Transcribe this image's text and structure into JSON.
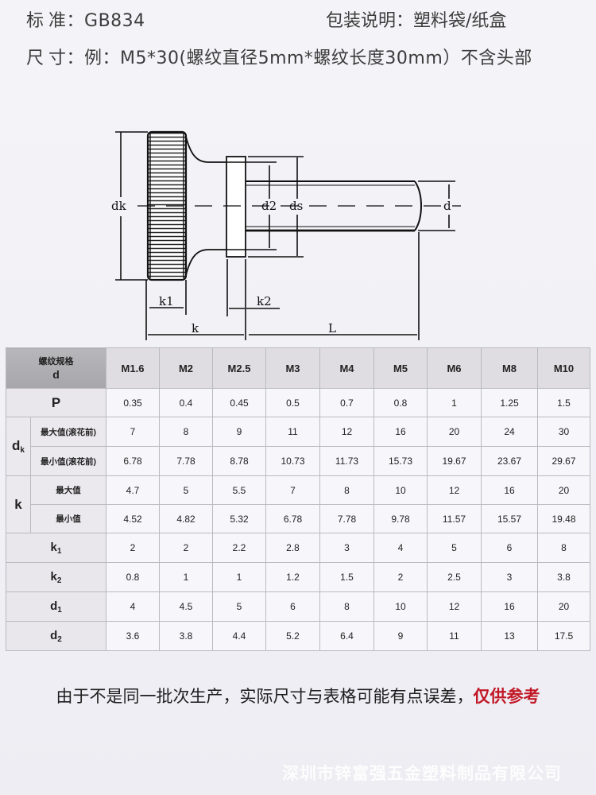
{
  "header": {
    "standard_label_a": "标",
    "standard_label_b": "准：",
    "standard_value": "GB834",
    "packaging_label": "包装说明：",
    "packaging_value": "塑料袋/纸盒",
    "size_label_a": "尺",
    "size_label_b": "寸：",
    "size_value": "例：M5*30(螺纹直径5mm*螺纹长度30mm）不含头部"
  },
  "drawing": {
    "labels": {
      "dk": "dk",
      "d2": "d2",
      "ds": "ds",
      "d": "d",
      "k1": "k1",
      "k2": "k2",
      "k": "k",
      "L": "L"
    },
    "line_color": "#111111"
  },
  "table": {
    "corner_top": "螺纹规格",
    "corner_bottom": "d",
    "columns": [
      "M1.6",
      "M2",
      "M2.5",
      "M3",
      "M4",
      "M5",
      "M6",
      "M8",
      "M10"
    ],
    "rows": {
      "P": {
        "label": "P",
        "values": [
          "0.35",
          "0.4",
          "0.45",
          "0.5",
          "0.7",
          "0.8",
          "1",
          "1.25",
          "1.5"
        ]
      },
      "dk": {
        "label": "d",
        "label_sub": "k",
        "max_label": "最大值(滚花前)",
        "min_label": "最小值(滚花前)",
        "max": [
          "7",
          "8",
          "9",
          "11",
          "12",
          "16",
          "20",
          "24",
          "30"
        ],
        "min": [
          "6.78",
          "7.78",
          "8.78",
          "10.73",
          "11.73",
          "15.73",
          "19.67",
          "23.67",
          "29.67"
        ]
      },
      "k": {
        "label": "k",
        "max_label": "最大值",
        "min_label": "最小值",
        "max": [
          "4.7",
          "5",
          "5.5",
          "7",
          "8",
          "10",
          "12",
          "16",
          "20"
        ],
        "min": [
          "4.52",
          "4.82",
          "5.32",
          "6.78",
          "7.78",
          "9.78",
          "11.57",
          "15.57",
          "19.48"
        ]
      },
      "k1": {
        "label": "k",
        "label_sub": "1",
        "values": [
          "2",
          "2",
          "2.2",
          "2.8",
          "3",
          "4",
          "5",
          "6",
          "8"
        ]
      },
      "k2": {
        "label": "k",
        "label_sub": "2",
        "values": [
          "0.8",
          "1",
          "1",
          "1.2",
          "1.5",
          "2",
          "2.5",
          "3",
          "3.8"
        ]
      },
      "d1": {
        "label": "d",
        "label_sub": "1",
        "values": [
          "4",
          "4.5",
          "5",
          "6",
          "8",
          "10",
          "12",
          "16",
          "20"
        ]
      },
      "d2": {
        "label": "d",
        "label_sub": "2",
        "values": [
          "3.6",
          "3.8",
          "4.4",
          "5.2",
          "6.4",
          "9",
          "11",
          "13",
          "17.5"
        ]
      }
    }
  },
  "footer": {
    "note": "由于不是同一批次生产，实际尺寸与表格可能有点误差，",
    "note_highlight": "仅供参考",
    "highlight_color": "#c21826",
    "watermark": "深圳市锌富强五金塑料制品有限公司"
  }
}
